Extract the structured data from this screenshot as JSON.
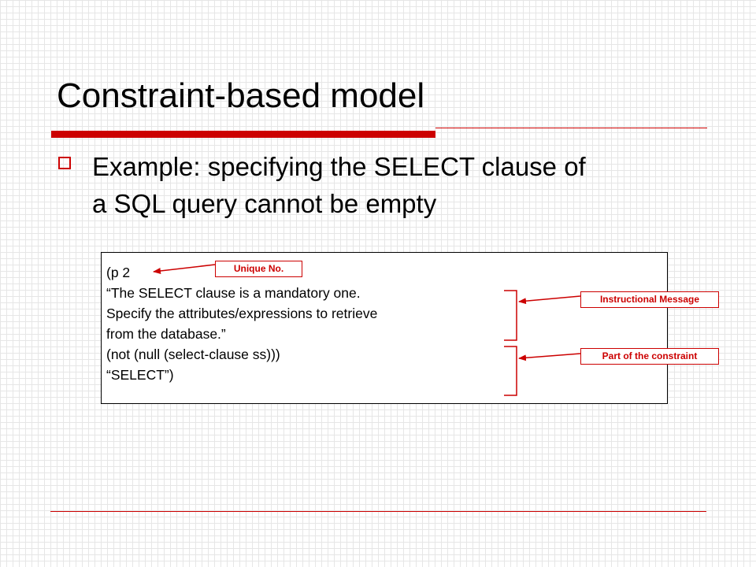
{
  "slide": {
    "title": "Constraint-based model",
    "bullet_line_1": "Example: specifying the SELECT clause of",
    "bullet_line_2": "a SQL query cannot be empty"
  },
  "code": {
    "lines": [
      "(p 2",
      "“The SELECT clause is a mandatory one.",
      "Specify the attributes/expressions to retrieve",
      "from the database.”",
      "(not (null (select-clause ss)))",
      "“SELECT”)"
    ]
  },
  "annotations": {
    "unique_no": "Unique No.",
    "instructional_message": "Instructional Message",
    "part_of_constraint": "Part of the constraint"
  },
  "colors": {
    "accent": "#cc0000",
    "text": "#000000"
  }
}
